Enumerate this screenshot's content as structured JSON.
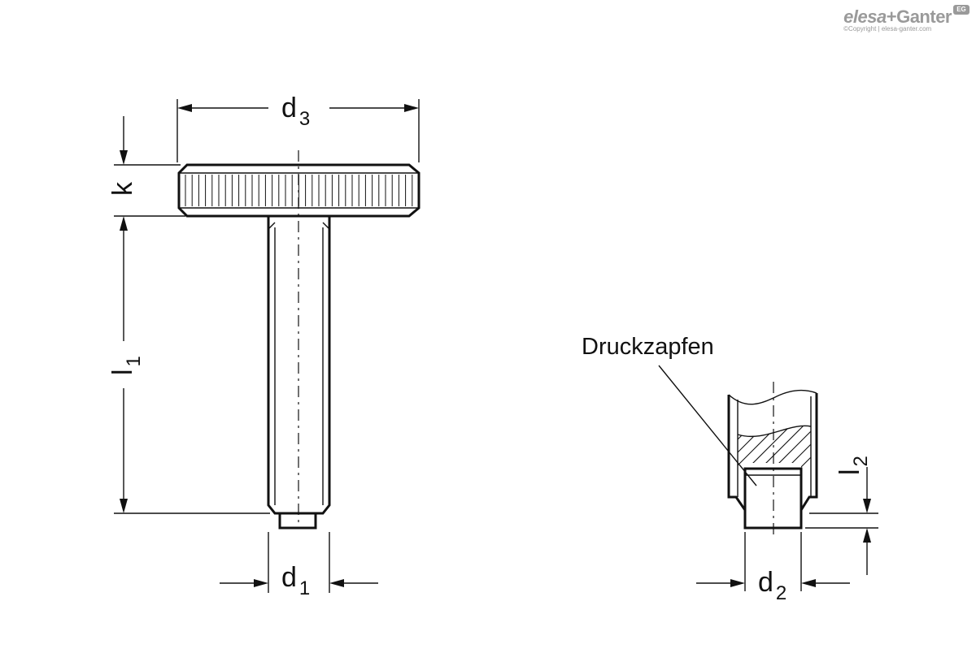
{
  "brand": {
    "name_part1": "elesa",
    "name_plus": "+",
    "name_part2": "Ganter",
    "badge": "EG",
    "copyright": "©Copyright | elesa-ganter.com"
  },
  "dimensions": {
    "d3": {
      "main": "d",
      "sub": "3"
    },
    "k": {
      "main": "k"
    },
    "l1": {
      "main": "l",
      "sub": "1"
    },
    "d1": {
      "main": "d",
      "sub": "1"
    },
    "d2": {
      "main": "d",
      "sub": "2"
    },
    "l2": {
      "main": "l",
      "sub": "2"
    }
  },
  "callout": {
    "label": "Druckzapfen"
  }
}
